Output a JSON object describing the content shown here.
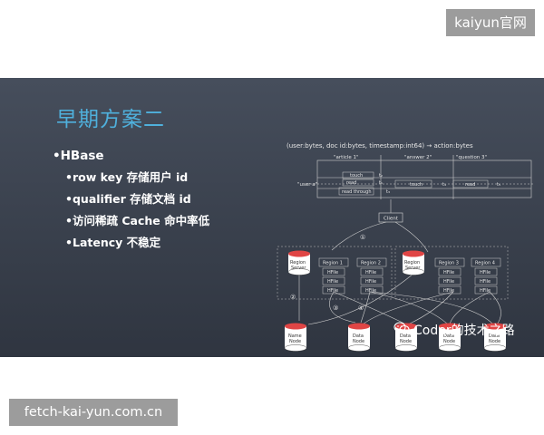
{
  "badges": {
    "top": "kaiyun官网",
    "bottom": "fetch-kai-yun.com.cn"
  },
  "slide": {
    "title": "早期方案二",
    "bullets": [
      {
        "text": "•HBase",
        "level": 1
      },
      {
        "text": "•row key 存储用户 id",
        "level": 2
      },
      {
        "text": "•qualifier 存储文档 id",
        "level": 2
      },
      {
        "text": "•访问稀疏 Cache 命中率低",
        "level": 2
      },
      {
        "text": "•Latency 不稳定",
        "level": 2
      }
    ]
  },
  "diagram": {
    "formula": "(user:bytes, doc id:bytes, timestamp:int64) → action:bytes",
    "columns": [
      "\"article 1\"",
      "\"answer 2\"",
      "\"question 3\""
    ],
    "row_label": "\"user a\"",
    "cells": {
      "touch": "touch",
      "t2": "t₂",
      "read": "read",
      "t1": "t₁",
      "read_through": "read through",
      "t3": "t₃",
      "touch2": "touch",
      "t4": "t₄",
      "read2": "read",
      "t5": "t₅"
    },
    "client": "Client",
    "steps": [
      "①",
      "②",
      "③",
      "④"
    ],
    "servers": [
      {
        "label1": "Region",
        "label2": "Server"
      },
      {
        "label1": "Region",
        "label2": "Server"
      }
    ],
    "regions": [
      "Region 1",
      "Region 2",
      "Region 3",
      "Region 4"
    ],
    "hfile": "HFile",
    "nodes": [
      {
        "label1": "Name",
        "label2": "Node"
      },
      {
        "label1": "Data",
        "label2": "Node"
      },
      {
        "label1": "Data",
        "label2": "Node"
      },
      {
        "label1": "Data",
        "label2": "Node"
      },
      {
        "label1": "Data",
        "label2": "Node"
      }
    ]
  },
  "watermark": {
    "text": "Coder的技术之路",
    "icon": "wechat-icon"
  },
  "colors": {
    "title": "#4fb0dc",
    "slide_top": "#464e5c",
    "slide_bottom": "#2f3540",
    "badge": "#9c9c9c"
  }
}
